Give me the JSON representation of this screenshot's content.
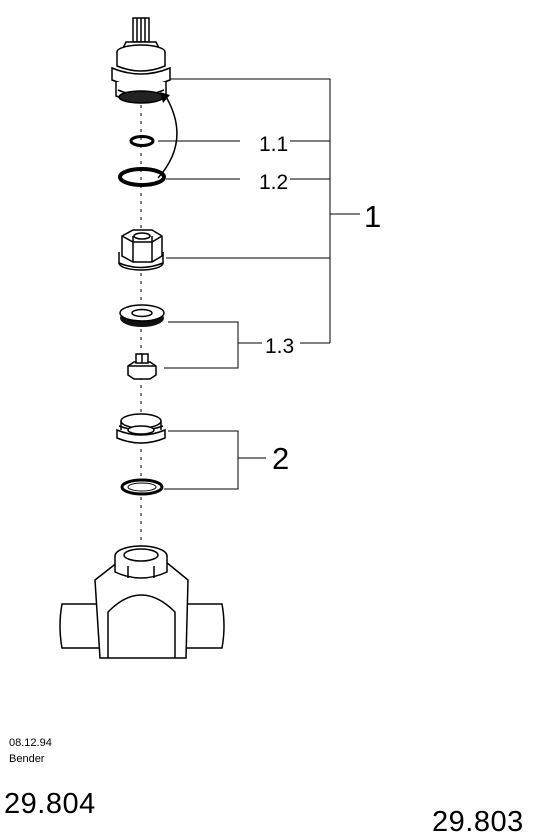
{
  "callouts": {
    "group_1": "1",
    "item_1_1": "1.1",
    "item_1_2": "1.2",
    "item_1_3": "1.3",
    "group_2": "2"
  },
  "footer": {
    "date": "08.12.94",
    "author": "Bender",
    "part_number_left": "29.804",
    "part_number_right": "29.803"
  },
  "parts": [
    "cartridge",
    "o-ring",
    "seal-ring",
    "hex-nut",
    "gasket",
    "valve-plug",
    "plug-nut",
    "threaded-ring",
    "flat-ring",
    "valve-body"
  ]
}
